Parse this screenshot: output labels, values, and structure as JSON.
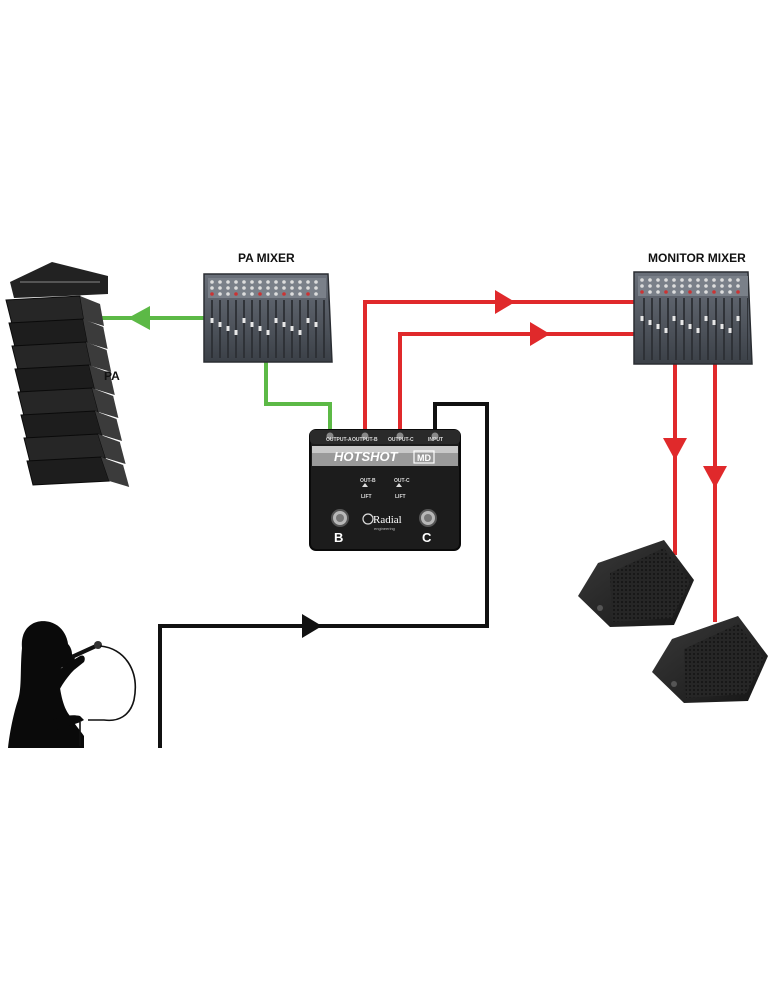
{
  "labels": {
    "pa_mixer": "PA MIXER",
    "monitor_mixer": "MONITOR MIXER",
    "pa": "PA"
  },
  "hotshot": {
    "brand": "HOTSHOT",
    "model": "MD",
    "output_a": "OUTPUT-A",
    "output_b": "OUTPUT-B",
    "output_c": "OUTPUT-C",
    "input": "INPUT",
    "out_b_small": "OUT-B",
    "out_c_small": "OUT-C",
    "lift_left": "LIFT",
    "lift_right": "LIFT",
    "footswitch_b": "B",
    "footswitch_c": "C",
    "logo": "Radial",
    "logo_sub": "engineering"
  },
  "colors": {
    "pa_signal": "#5cb946",
    "monitor_signal": "#e0292b",
    "mic_signal": "#111111",
    "device": "#1c1c1c",
    "mixer_body": "#4a4f57"
  }
}
